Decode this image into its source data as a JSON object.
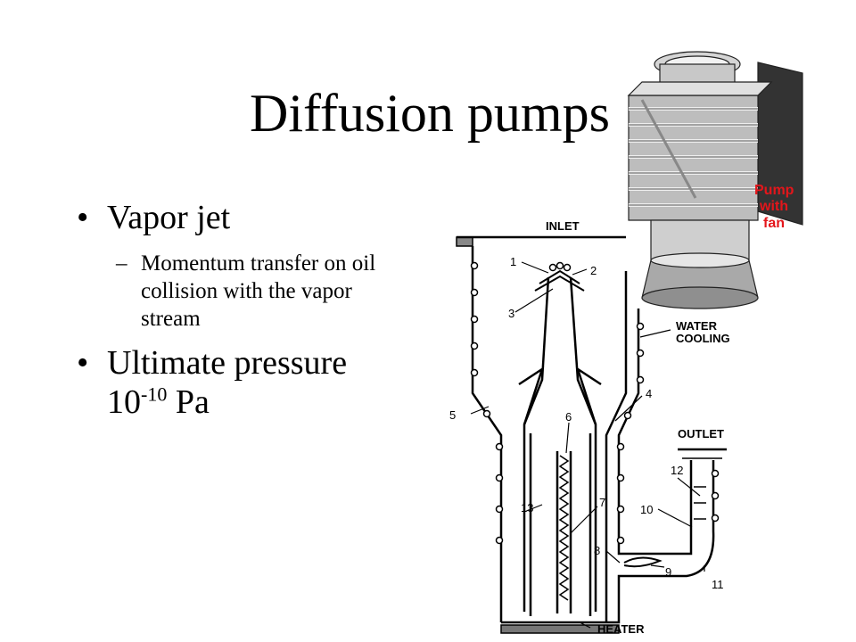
{
  "slide": {
    "title": "Diffusion pumps",
    "bullets": [
      {
        "text": "Vapor jet",
        "sub": "Momentum transfer on oil collision with the vapor stream"
      },
      {
        "text": "Ultimate pressure",
        "value_base": "10",
        "value_exp": "-10",
        "value_unit": " Pa"
      }
    ]
  },
  "diagram": {
    "labels": {
      "inlet": "INLET",
      "water": "WATER",
      "cooling": "COOLING",
      "outlet": "OUTLET",
      "heater": "HEATER"
    },
    "parts": [
      "1",
      "2",
      "3",
      "4",
      "5",
      "6",
      "7",
      "8",
      "9",
      "10",
      "11",
      "12",
      "13"
    ]
  },
  "photo": {
    "caption": [
      "Pump",
      "with",
      "fan"
    ],
    "caption_color": "#e4161b"
  }
}
